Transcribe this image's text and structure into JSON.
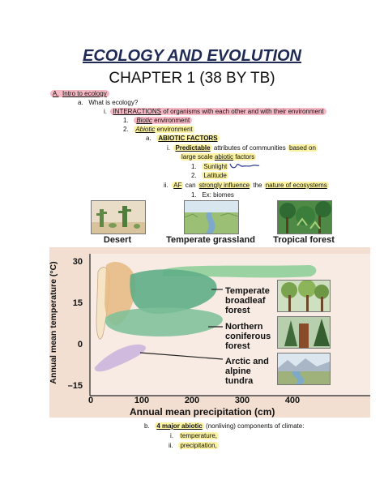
{
  "header": {
    "title": "ECOLOGY AND EVOLUTION",
    "chapter": "CHAPTER 1 (38 BY TB)"
  },
  "outline": {
    "a_label": "A.",
    "a_text": "Intro to ecology",
    "a1_num": "a.",
    "a1_text": "What is ecology?",
    "i_num": "i.",
    "i_kw": "INTERACTIONS",
    "i_rest1": "of organisms with",
    "i_hl1": "each other",
    "i_rest2": "and with their",
    "i_hl2": "environment",
    "n1_num": "1.",
    "n1_kw": "Biotic",
    "n1_rest": "environment",
    "n2_num": "2.",
    "n2_kw": "Abiotic",
    "n2_rest": "environment",
    "na_num": "a.",
    "na_text": "ABIOTIC FACTORS",
    "pi_num": "i.",
    "pi_kw": "Predictable",
    "pi_rest": "attributes of communities",
    "pi_hl": "based on",
    "pi_line2a": "large scale",
    "pi_line2b": "abiotic",
    "pi_line2c": "factors",
    "s1_num": "1.",
    "s1_text": "Sunlight",
    "s2_num": "2.",
    "s2_text": "Latitude",
    "pii_num": "ii.",
    "pii_kw": "AF",
    "pii_rest1": "can",
    "pii_hl1": "strongly influence",
    "pii_rest2": "the",
    "pii_hl2": "nature of ecosystems",
    "pii1_num": "1.",
    "pii1_text": "Ex: biomes"
  },
  "figure": {
    "panels": [
      "Desert",
      "Temperate grassland",
      "Tropical forest"
    ],
    "side_labels": [
      "Temperate broadleaf forest",
      "Northern coniferous forest",
      "Arctic and alpine tundra"
    ],
    "side_label_lines": [
      [
        "Temperate",
        "broadleaf",
        "forest"
      ],
      [
        "Northern",
        "coniferous",
        "forest"
      ],
      [
        "Arctic and",
        "alpine",
        "tundra"
      ]
    ],
    "ylabel": "Annual mean temperature (°C)",
    "xlabel": "Annual mean precipitation (cm)",
    "yticks": [
      "30",
      "15",
      "0",
      "–15"
    ],
    "xticks": [
      "0",
      "100",
      "200",
      "300",
      "400"
    ]
  },
  "footer": {
    "b_num": "b.",
    "b_kw": "4 major abiotic",
    "b_rest": "(nonliving)  components of climate:",
    "f1_num": "i.",
    "f1_text": "temperature,",
    "f2_num": "ii.",
    "f2_text": "precipitation,"
  },
  "colors": {
    "highlight_pink": "#f6b8c4",
    "highlight_yellow": "#fbf3a3",
    "chart_bg": "#f2dfd2",
    "biome_green": "#6fb08a",
    "tundra": "#cdb8de"
  }
}
